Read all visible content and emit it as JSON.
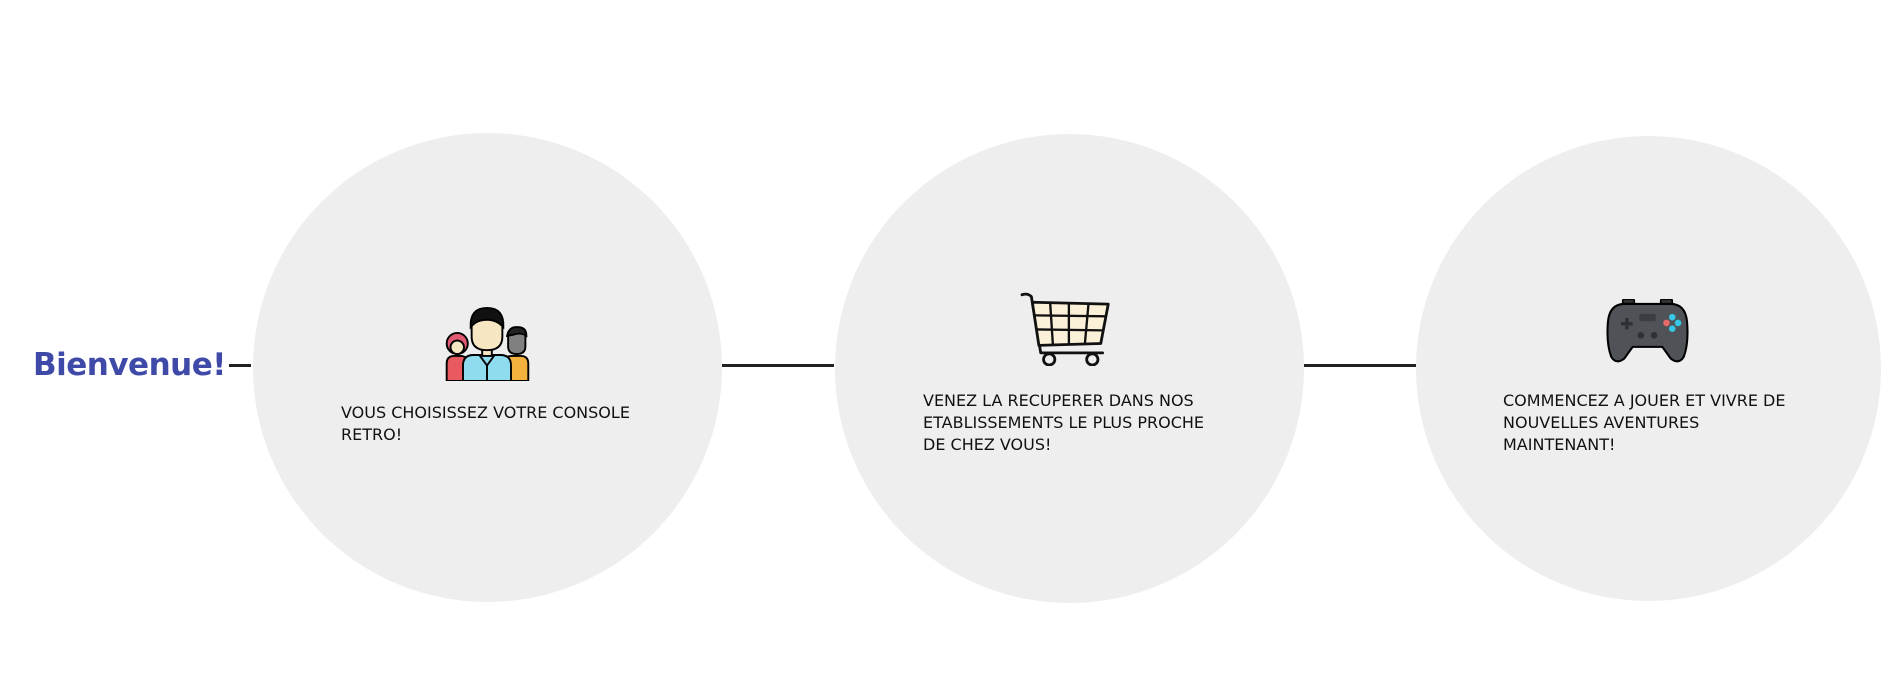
{
  "welcome": {
    "text": "Bienvenue!",
    "color": "#3f4aa8"
  },
  "steps": [
    {
      "icon": "group-of-people-icon",
      "text": "VOUS CHOISISSEZ VOTRE CONSOLE RETRO!"
    },
    {
      "icon": "shopping-cart-icon",
      "text": "VENEZ LA RECUPERER DANS NOS ETABLISSEMENTS LE PLUS PROCHE DE CHEZ VOUS!"
    },
    {
      "icon": "game-controller-icon",
      "text": "COMMENCEZ A JOUER ET VIVRE DE NOUVELLES AVENTURES MAINTENANT!"
    }
  ],
  "colors": {
    "circle_background": "#eeeeee",
    "connector_line": "#222222",
    "text": "#111111"
  }
}
